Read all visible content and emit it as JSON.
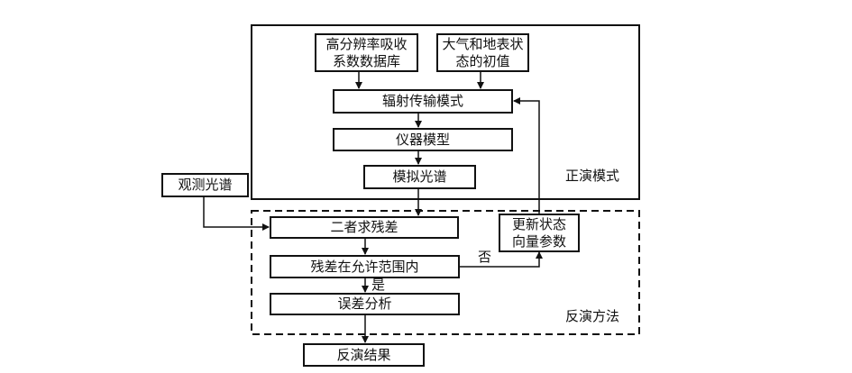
{
  "nodes": {
    "absorption_db": "高分辨率吸收\n系数数据库",
    "initial_state": "大气和地表状\n态的初值",
    "radiative_transfer": "辐射传输模式",
    "instrument_model": "仪器模型",
    "simulated_spectrum": "模拟光谱",
    "observed_spectrum": "观测光谱",
    "residual": "二者求残差",
    "residual_check": "残差在允许范围内",
    "update_state": "更新状态\n向量参数",
    "error_analysis": "误差分析",
    "result": "反演结果"
  },
  "regions": {
    "forward_model": "正演模式",
    "inversion_method": "反演方法"
  },
  "edge_labels": {
    "no": "否",
    "yes": "是"
  }
}
